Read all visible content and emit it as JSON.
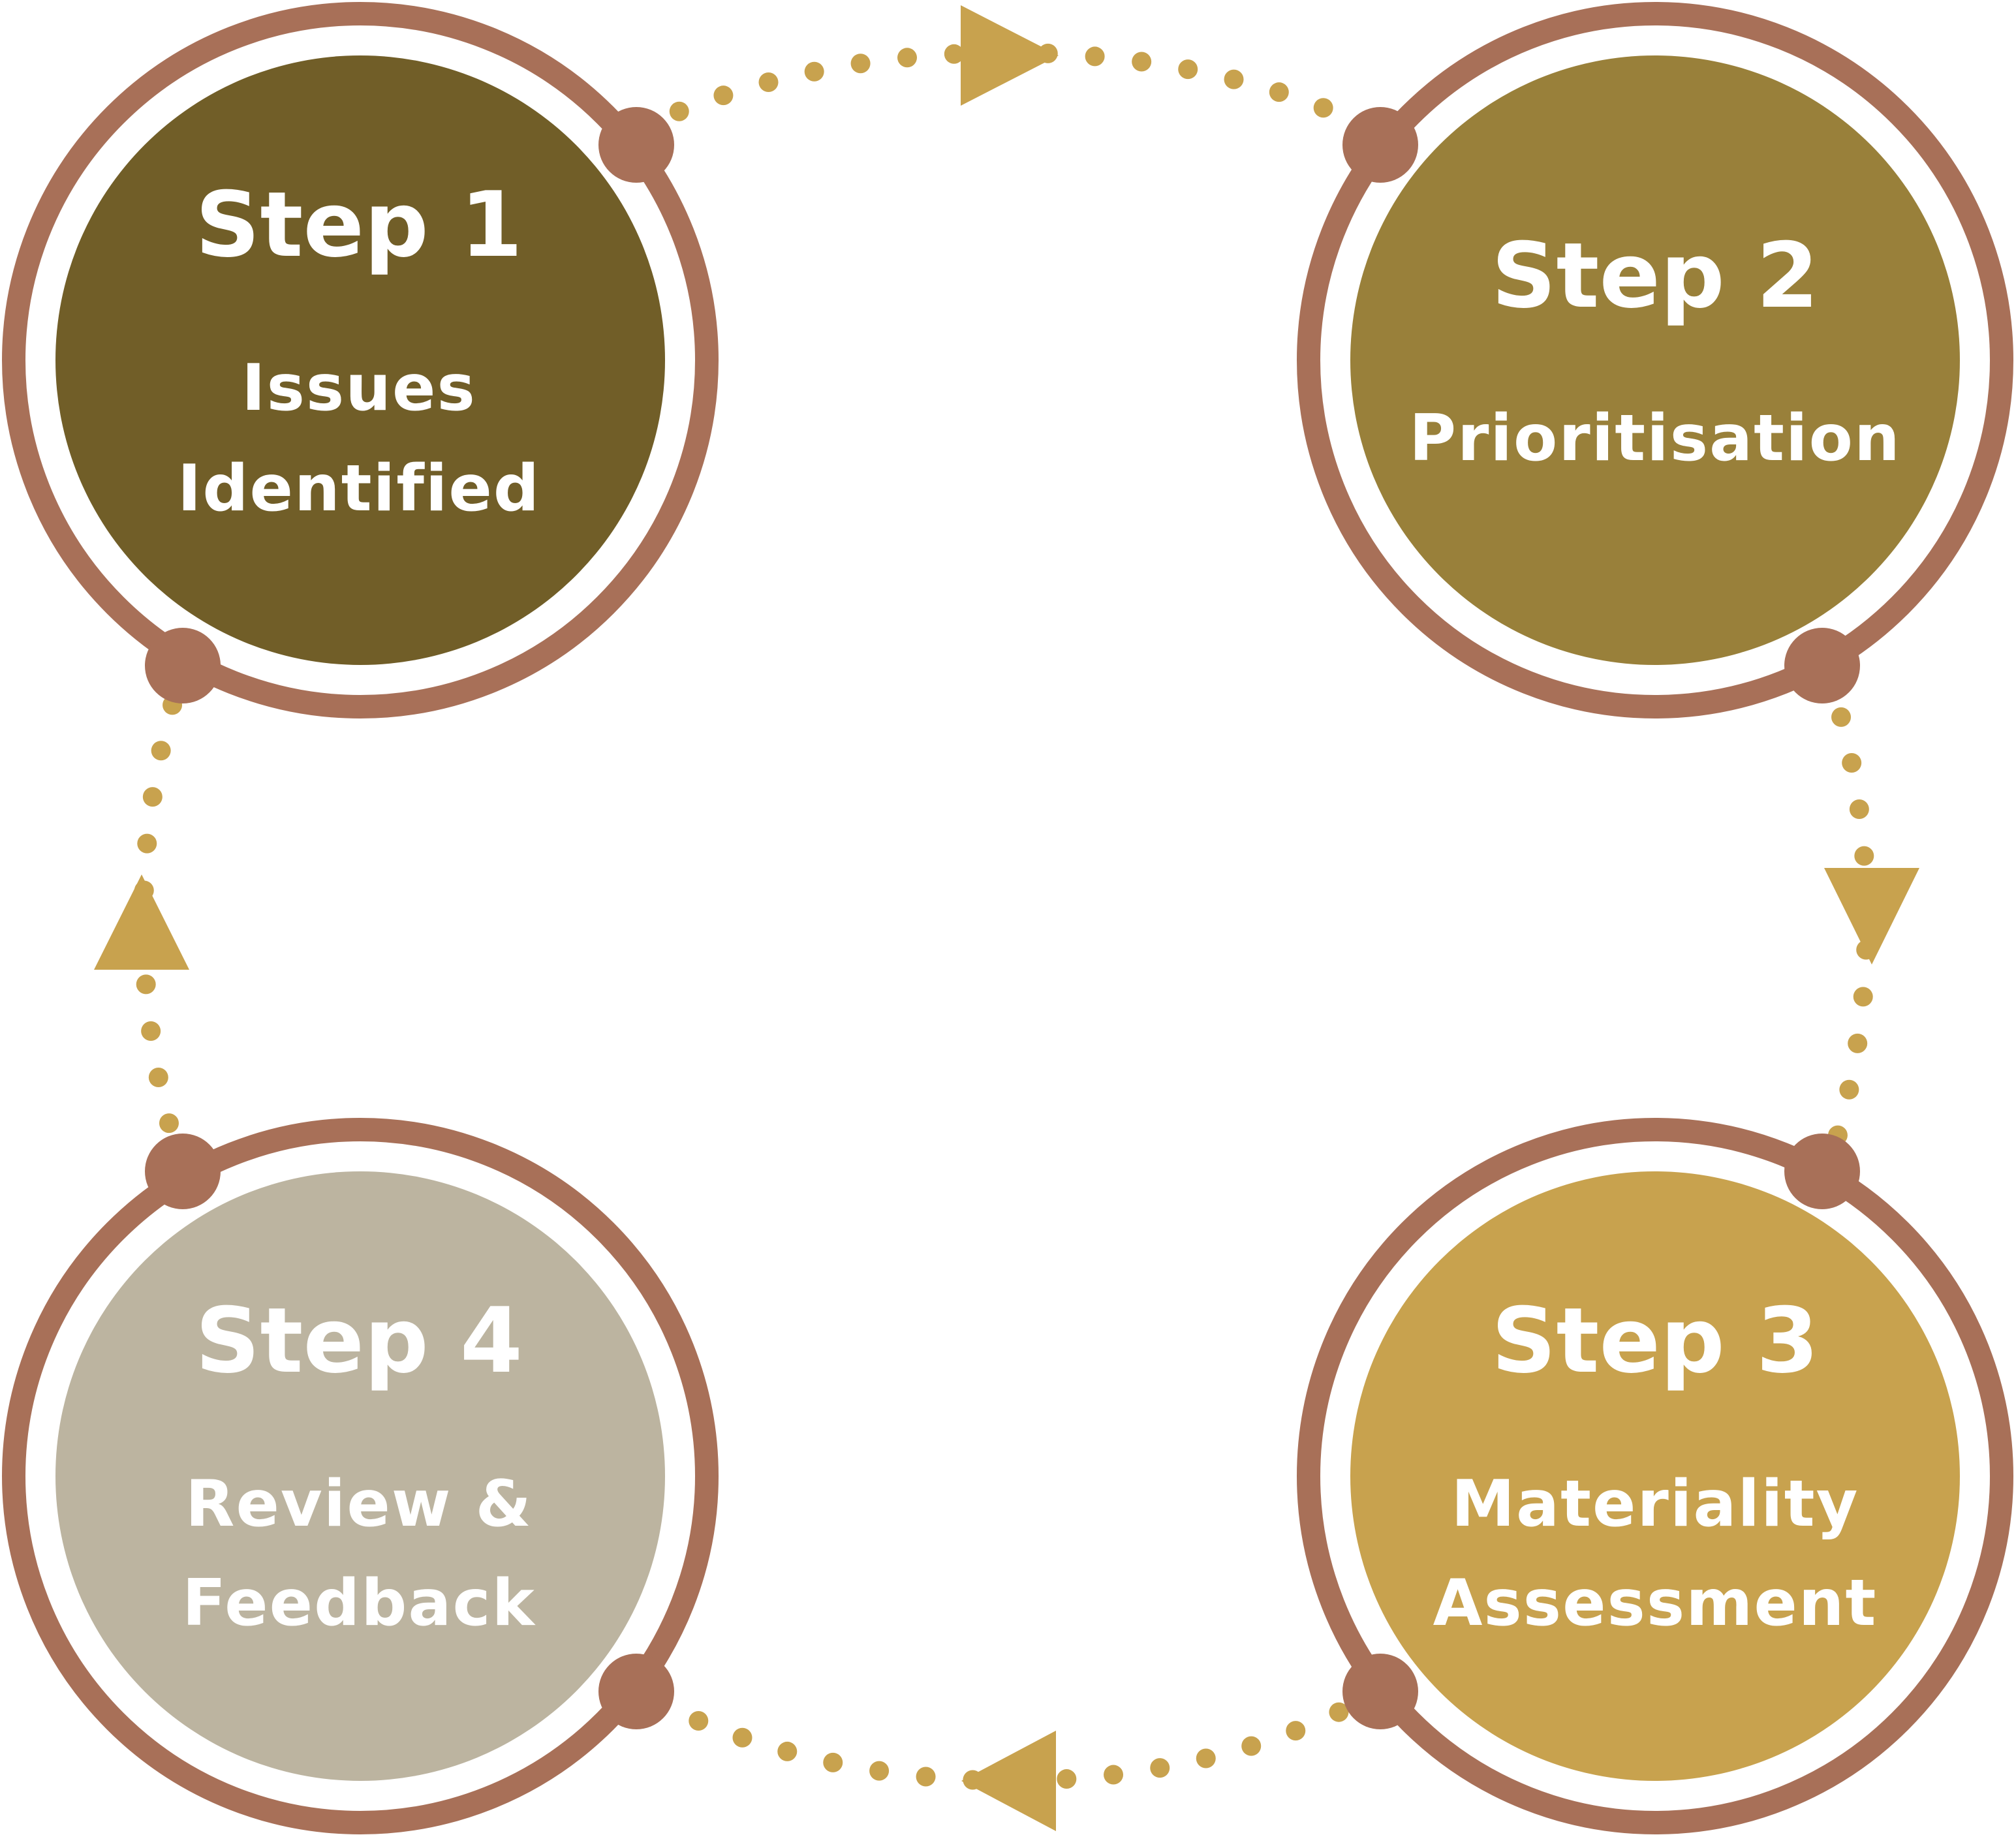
{
  "colors": {
    "ring": "#a87058",
    "dots": "#c8a24e",
    "arrow": "#c8a24e",
    "background": "#ffffff"
  },
  "steps": [
    {
      "id": "step-1",
      "title": "Step 1",
      "lines": [
        "Issues",
        "Identified"
      ],
      "fill": "#715e28"
    },
    {
      "id": "step-2",
      "title": "Step 2",
      "lines": [
        "Prioritisation"
      ],
      "fill": "#99803a"
    },
    {
      "id": "step-3",
      "title": "Step 3",
      "lines": [
        "Materiality",
        "Assessment"
      ],
      "fill": "#c8a24e"
    },
    {
      "id": "step-4",
      "title": "Step 4",
      "lines": [
        "Review &",
        "Feedback"
      ],
      "fill": "#bcb4a0"
    }
  ],
  "flow": [
    {
      "from": "Step 1",
      "to": "Step 2"
    },
    {
      "from": "Step 2",
      "to": "Step 3"
    },
    {
      "from": "Step 3",
      "to": "Step 4"
    },
    {
      "from": "Step 4",
      "to": "Step 1"
    }
  ]
}
